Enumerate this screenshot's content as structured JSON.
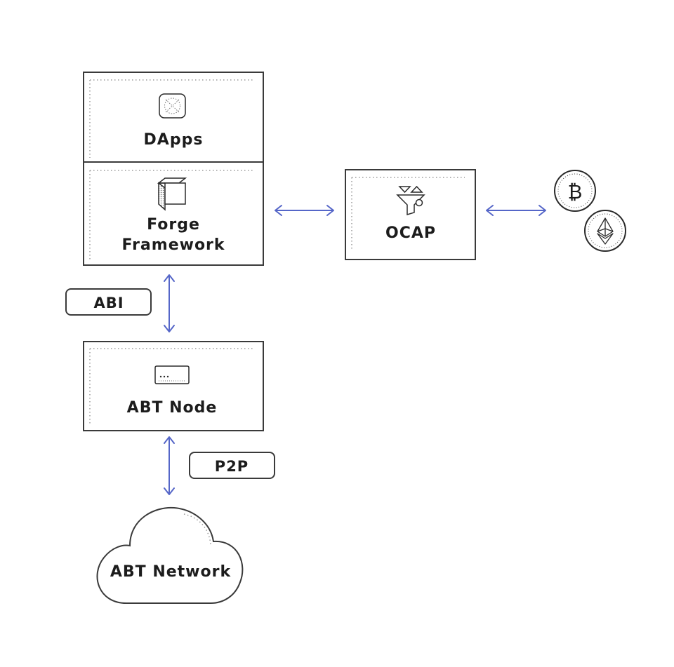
{
  "colors": {
    "accent": "#5566c8",
    "box_stroke": "#3a3a3a",
    "text": "#1c1c1c"
  },
  "nodes": {
    "dapps": {
      "label": "DApps",
      "icon": "grid-chip-icon"
    },
    "forge": {
      "line1": "Forge",
      "line2": "Framework",
      "icon": "cube-icon"
    },
    "ocap": {
      "label": "OCAP",
      "icon": "funnel-icon"
    },
    "abt_node": {
      "label": "ABT Node",
      "icon": "terminal-icon"
    },
    "abt_network": {
      "label": "ABT Network",
      "icon": "cloud-icon"
    }
  },
  "labels": {
    "abi": "ABI",
    "p2p": "P2P"
  },
  "coins": {
    "bitcoin": {
      "symbol": "₿",
      "icon": "bitcoin-coin-icon"
    },
    "ethereum": {
      "icon": "ethereum-coin-icon"
    }
  }
}
